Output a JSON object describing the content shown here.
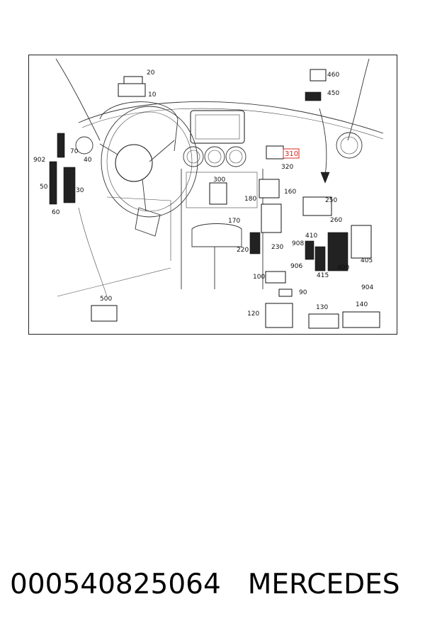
{
  "diagram": {
    "callouts": [
      {
        "id": "c20",
        "text": "20"
      },
      {
        "id": "c10",
        "text": "10"
      },
      {
        "id": "c460",
        "text": "460"
      },
      {
        "id": "c450",
        "text": "450"
      },
      {
        "id": "c902",
        "text": "902"
      },
      {
        "id": "c70",
        "text": "70"
      },
      {
        "id": "c310",
        "text": "310",
        "highlighted": true
      },
      {
        "id": "c320",
        "text": "320"
      },
      {
        "id": "c50",
        "text": "50"
      },
      {
        "id": "c40",
        "text": "40"
      },
      {
        "id": "c30",
        "text": "30"
      },
      {
        "id": "c300",
        "text": "300"
      },
      {
        "id": "c160",
        "text": "160"
      },
      {
        "id": "c250",
        "text": "250"
      },
      {
        "id": "c60",
        "text": "60"
      },
      {
        "id": "c180",
        "text": "180"
      },
      {
        "id": "c260",
        "text": "260"
      },
      {
        "id": "c170",
        "text": "170"
      },
      {
        "id": "c410",
        "text": "410"
      },
      {
        "id": "c908",
        "text": "908"
      },
      {
        "id": "c230",
        "text": "230"
      },
      {
        "id": "c220",
        "text": "220"
      },
      {
        "id": "c906",
        "text": "906"
      },
      {
        "id": "c405",
        "text": "405"
      },
      {
        "id": "c400",
        "text": "400"
      },
      {
        "id": "c415",
        "text": "415"
      },
      {
        "id": "c100",
        "text": "100"
      },
      {
        "id": "c904",
        "text": "904"
      },
      {
        "id": "c90",
        "text": "90"
      },
      {
        "id": "c500",
        "text": "500"
      },
      {
        "id": "c130",
        "text": "130"
      },
      {
        "id": "c140",
        "text": "140"
      },
      {
        "id": "c120",
        "text": "120"
      }
    ],
    "highlight_color": "#d8281f"
  },
  "footer": {
    "part_number": "000540825064",
    "brand": "MERCEDES"
  }
}
